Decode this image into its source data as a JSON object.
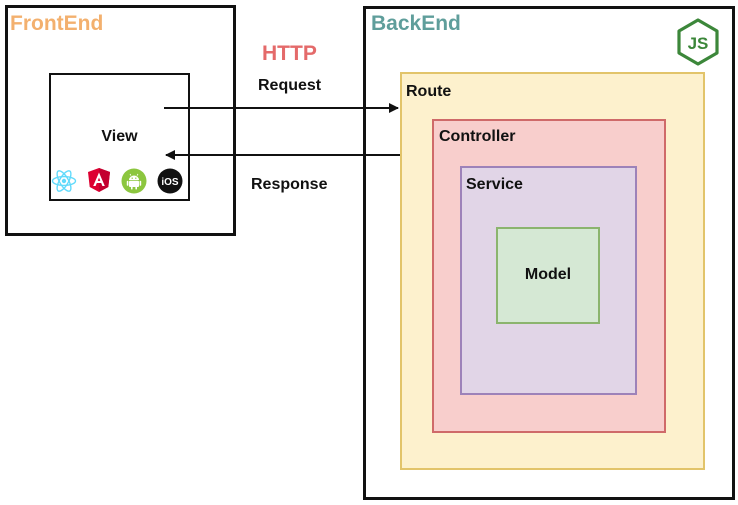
{
  "frontend": {
    "title": "FrontEnd",
    "view_label": "View",
    "platform_icons": [
      "react-icon",
      "angular-icon",
      "android-icon",
      "ios-icon"
    ],
    "ios_text": "iOS"
  },
  "http": {
    "title": "HTTP",
    "request_label": "Request",
    "response_label": "Response"
  },
  "backend": {
    "title": "BackEnd",
    "logo_icon": "nodejs-icon",
    "layers": {
      "route": "Route",
      "controller": "Controller",
      "service": "Service",
      "model": "Model"
    }
  },
  "colors": {
    "frontend_title": "#f3b06e",
    "backend_title": "#5f9e9b",
    "http_title": "#e46a6a",
    "route_fill": "#fdf1cd",
    "route_border": "#e2c46a",
    "controller_fill": "#f8cecc",
    "controller_border": "#cf6a69",
    "service_fill": "#e1d5e7",
    "service_border": "#9d82b9",
    "model_fill": "#d5e8d4",
    "model_border": "#8bb46e",
    "nodejs_green": "#3c873a"
  }
}
